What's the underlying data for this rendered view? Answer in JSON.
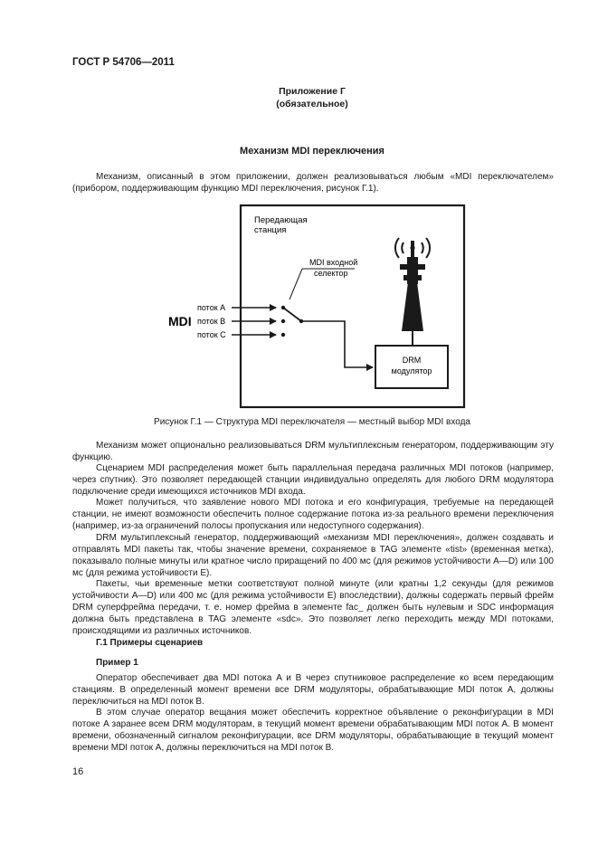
{
  "header": {
    "standard": "ГОСТ Р 54706—2011"
  },
  "appendix": {
    "title": "Приложение Г",
    "status": "(обязательное)"
  },
  "section_title": "Механизм MDI переключения",
  "intro": "Механизм, описанный в этом приложении, должен реализовываться любым «MDI переключателем» (прибором, поддерживающим функцию MDI переключения, рисунок Г.1).",
  "figure": {
    "station_label_1": "Передающая",
    "station_label_2": "станция",
    "selector_label_1": "MDI входной",
    "selector_label_2": "селектор",
    "mdi_label": "MDI",
    "stream_a": "поток A",
    "stream_b": "поток B",
    "stream_c": "поток C",
    "drm_label_1": "DRM",
    "drm_label_2": "модулятор",
    "caption": "Рисунок Г.1 — Структура MDI переключателя — местный выбор MDI входа"
  },
  "paragraphs": [
    "Механизм может опционально реализовываться DRM мультиплексным генератором, поддерживающим эту функцию.",
    "Сценарием MDI распределения может быть параллельная передача различных MDI потоков (например, через спутник). Это позволяет передающей станции индивидуально определять для любого DRM модулятора подключение среди имеющихся источников MDI входа.",
    "Может получиться, что заявление нового MDI потока и его конфигурация, требуемые на передающей станции, не имеют возможности обеспечить полное содержание потока из-за реального времени переключения (например, из-за ограничений полосы пропускания или недоступного содержания).",
    "DRM мультиплексный генератор, поддерживающий «механизм MDI переключения», должен создавать и отправлять MDI пакеты так, чтобы значение времени, сохраняемое в TAG элементе «tist» (временная метка), показывало полные минуты или кратное число приращений по 400 мс (для режимов устойчивости A—D) или 100 мс (для режима устойчивости E).",
    "Пакеты, чьи временные метки соответствуют полной минуте (или кратны 1,2 секунды (для режимов устойчивости A—D) или 400 мс (для режима устойчивости E) впоследствии), должны содержать первый фрейм DRM суперфрейма передачи, т. е. номер фрейма в элементе fac_ должен быть нулевым и SDC информация должна быть представлена в TAG элементе «sdc». Это позволяет легко переходить между MDI потоками, происходящими из различных источников."
  ],
  "subsection": "Г.1 Примеры сценариев",
  "example1": {
    "title": "Пример 1",
    "paragraphs": [
      "Оператор обеспечивает два MDI потока A и B через спутниковое распределение ко всем передающим станциям. В определенный момент времени все DRM модуляторы, обрабатывающие MDI поток A, должны переключиться на MDI поток B.",
      "В этом случае оператор вещания может обеспечить корректное объявление о реконфигурации в MDI потоке A заранее всем DRM модуляторам, в текущий момент времени обрабатывающим MDI поток A. В момент времени, обозначенный сигналом реконфигурации, все DRM модуляторы, обрабатывающие в текущий момент времени MDI поток A, должны переключиться на MDI поток B."
    ]
  },
  "page_number": "16",
  "colors": {
    "text": "#1a1a1a",
    "diagram": "#1a1a1a"
  }
}
